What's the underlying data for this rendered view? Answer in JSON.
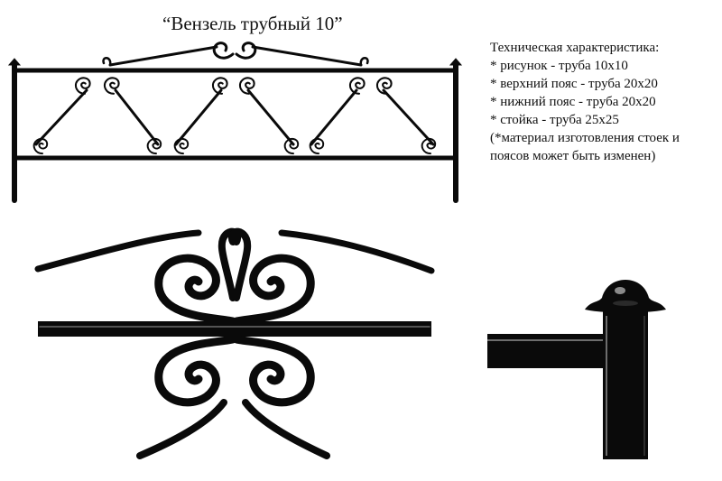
{
  "title": "“Вензель трубный 10”",
  "specs": {
    "heading": "Техническая характеристика:",
    "items": [
      "* рисунок - труба 10х10",
      "* верхний пояс - труба 20х20",
      "* нижний пояс - труба 20х20",
      "* стойка - труба 25х25"
    ],
    "note": "(*материал изготовления стоек и поясов может быть изменен)"
  },
  "colors": {
    "metal": "#0a0a0a",
    "highlight": "#6d6d6d",
    "background": "#ffffff"
  },
  "images": [
    {
      "name": "fence-section-photo"
    },
    {
      "name": "scroll-detail-closeup"
    },
    {
      "name": "post-cap-closeup"
    }
  ]
}
